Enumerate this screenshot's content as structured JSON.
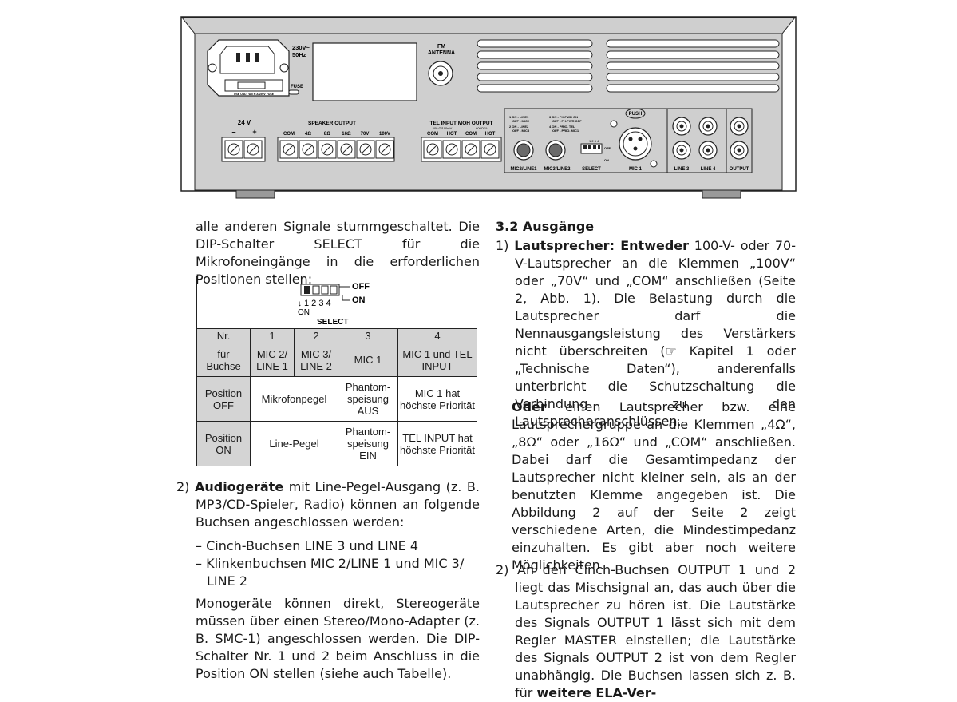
{
  "panel": {
    "power": {
      "voltage": "230V~",
      "freq": "50Hz",
      "fuse_label": "FUSE",
      "fuse_note": "USE ONLY WITH A 250V FUSE"
    },
    "antenna": {
      "line1": "FM",
      "line2": "ANTENNA"
    },
    "dc": {
      "label": "24 V",
      "minus": "–",
      "plus": "+"
    },
    "speaker": {
      "title": "SPEAKER OUTPUT",
      "terminals": [
        "COM",
        "4Ω",
        "8Ω",
        "16Ω",
        "70V",
        "100V"
      ]
    },
    "tel": {
      "title": "TEL INPUT MOH OUTPUT",
      "sub1": "600 Ω/100mV",
      "sub2": "600Ω/1V",
      "t1": "COM",
      "t2": "HOT",
      "t3": "COM",
      "t4": "HOT"
    },
    "dip_legend": [
      "1 ON - LINE1",
      "OFF - MIC2",
      "2 ON - LINE2",
      "OFF - MIC3",
      "3 ON - PH.PWR ON",
      "OFF - PH.PWR OFF",
      "4 ON - PRIO. TEL",
      "OFF - PRIO. MIC1"
    ],
    "jacks": {
      "mic2": "MIC2/LINE1",
      "mic3": "MIC3/LINE2",
      "select": "SELECT",
      "mic1": "MIC 1",
      "push": "PUSH",
      "line3": "LINE 3",
      "line4": "LINE 4",
      "output": "OUTPUT",
      "off": "OFF",
      "on": "ON",
      "dip_nums": "1 2 3 4"
    }
  },
  "left": {
    "intro": "alle anderen Signale stummgeschaltet. Die DIP-Schalter SELECT für die Mikrofoneingänge in die erforderlichen Positionen stellen:",
    "table": {
      "switch_off": "OFF",
      "switch_on": "ON",
      "switch_nums": "1 2 3 4",
      "switch_on_small": "ON",
      "switch_label": "SELECT",
      "header": [
        "Nr.",
        "1",
        "2",
        "3",
        "4"
      ],
      "row_buchse_label": "für Buchse",
      "row_buchse": [
        "MIC 2/ LINE 1",
        "MIC 3/ LINE 2",
        "MIC 1",
        "MIC 1 und TEL INPUT"
      ],
      "row_off_label": "Position OFF",
      "row_off_12": "Mikrofonpegel",
      "row_off_3": "Phantom-speisung AUS",
      "row_off_4": "MIC 1 hat höchste Priorität",
      "row_on_label": "Position ON",
      "row_on_12": "Line-Pegel",
      "row_on_3": "Phantom-speisung EIN",
      "row_on_4": "TEL INPUT hat höchste Priorität"
    },
    "item2_num": "2)",
    "item2_bold": "Audiogeräte",
    "item2_text": " mit Line-Pegel-Ausgang (z. B. MP3/CD-Spieler, Radio) können an folgende Buchsen angeschlossen werden:",
    "dash1": "– Cinch-Buchsen LINE 3 und LINE 4",
    "dash2": "– Klinkenbuchsen MIC 2/LINE 1 und MIC 3/ LINE 2",
    "mono": "Monogeräte können direkt, Stereogeräte müssen über einen Stereo/Mono-Adapter (z. B. SMC-1) angeschlossen werden. Die DIP-Schalter Nr. 1 und 2 beim Anschluss in die Position ON stellen (siehe auch Tabelle)."
  },
  "right": {
    "heading": "3.2 Ausgänge",
    "i1_num": "1)",
    "i1_bold1": "Lautsprecher: Entweder",
    "i1_text": " 100-V- oder 70-V-Lautsprecher an die Klemmen „100V“ oder „70V“ und „COM“ anschließen (Seite 2, Abb. 1). Die Belastung durch die Lautsprecher darf die Nennausgangsleistung des Verstärkers nicht überschreiten (☞ Kapitel 1 oder „Technische Daten“), anderenfalls unterbricht die Schutzschaltung die Verbindung zu den Lautsprecheranschlüssen.",
    "oder_bold": "Oder",
    "oder_text": " einen Lautsprecher bzw. eine Lautsprechergruppe an die Klemmen „4Ω“, „8Ω“ oder „16Ω“ und „COM“ anschließen. Dabei darf die Gesamtimpedanz der Lautsprecher nicht kleiner sein, als an der benutzten Klemme angegeben ist. Die Abbildung 2 auf der Seite 2 zeigt verschiedene Arten, die Mindestimpedanz einzuhalten. Es gibt aber noch weitere Möglichkeiten.",
    "i2_num": "2)",
    "i2_text": "An den Cinch-Buchsen OUTPUT 1 und 2 liegt das Mischsignal an, das auch über die Lautsprecher zu hören ist. Die Lautstärke des Signals OUTPUT 1 lässt sich mit dem Regler MASTER einstellen; die Lautstärke des Signals OUTPUT 2 ist von dem Regler unabhängig. Die Buchsen lassen sich z. B. für ",
    "i2_bold": "weitere ELA-Ver-"
  }
}
